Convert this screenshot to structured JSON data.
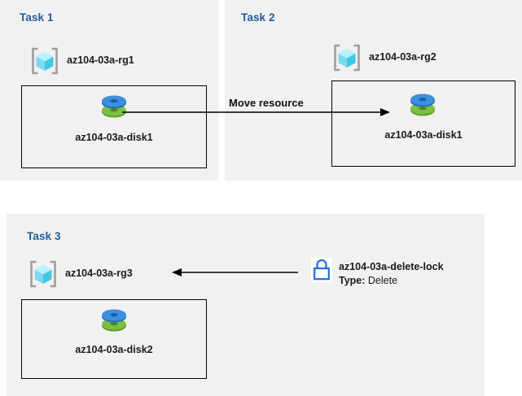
{
  "diagram": {
    "background_color": "#ffffff",
    "panel_color": "#f1f1f1",
    "title_color": "#1f5c99",
    "accent_lock_color": "#1f6fe0",
    "disk_top_color": "#3a8fdd",
    "disk_bottom_color": "#72b13a",
    "rg_cube_color": "#7ae1f5"
  },
  "panels": [
    {
      "id": "task1",
      "title": "Task 1",
      "resource_group": {
        "icon": "resource-group-icon",
        "label": "az104-03a-rg1"
      },
      "resource": {
        "icon": "disk-icon",
        "label": "az104-03a-disk1"
      }
    },
    {
      "id": "task2",
      "title": "Task 2",
      "resource_group": {
        "icon": "resource-group-icon",
        "label": "az104-03a-rg2"
      },
      "resource": {
        "icon": "disk-icon",
        "label": "az104-03a-disk1"
      }
    },
    {
      "id": "task3",
      "title": "Task 3",
      "resource_group": {
        "icon": "resource-group-icon",
        "label": "az104-03a-rg3"
      },
      "resource": {
        "icon": "disk-icon",
        "label": "az104-03a-disk2"
      },
      "lock": {
        "icon": "lock-icon",
        "label": "az104-03a-delete-lock",
        "type_key": "Type:",
        "type_value": "Delete"
      }
    }
  ],
  "arrows": [
    {
      "id": "move-resource",
      "label": "Move resource",
      "direction": "right"
    },
    {
      "id": "lock-applies-to-rg3",
      "label": "",
      "direction": "left"
    }
  ]
}
